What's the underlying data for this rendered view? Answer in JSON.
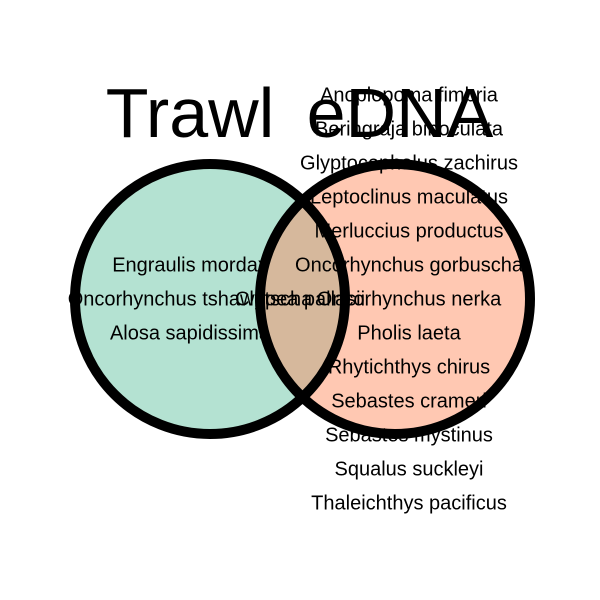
{
  "venn": {
    "colors": {
      "left_fill": "#b4e2d2",
      "right_fill": "#ffc8b2",
      "overlap_fill": "#d6b89c",
      "stroke": "#000000"
    },
    "sets": [
      {
        "name": "Trawl",
        "only": [
          "Engraulis mordax",
          "Oncorhynchus tshawytscha",
          "Alosa sapidissima"
        ]
      },
      {
        "name": "eDNA",
        "only": [
          "Anoplopoma fimbria",
          "Beringraja binoculata",
          "Glyptocephalus zachirus",
          "Leptoclinus maculatus",
          "Merluccius productus",
          "Oncorhynchus gorbuscha",
          "Oncorhynchus nerka",
          "Pholis laeta",
          "Rhytichthys chirus",
          "Sebastes crameri",
          "Sebastes mystinus",
          "Squalus suckleyi",
          "Thaleichthys pacificus"
        ]
      }
    ],
    "shared": [
      "Clupea pallasii"
    ]
  }
}
